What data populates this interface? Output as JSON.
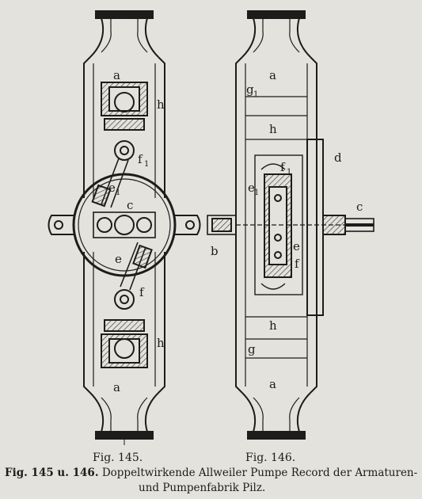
{
  "figures": {
    "fig145": {
      "label": "Fig. 145.",
      "parts": {
        "a_top": "a",
        "h_top": "h",
        "f1": "f",
        "f1_sub": "1",
        "e1": "e",
        "e1_sub": "1",
        "c": "c",
        "e": "e",
        "f": "f",
        "h_bottom": "h",
        "a_bottom": "a"
      }
    },
    "fig146": {
      "label": "Fig. 146.",
      "parts": {
        "a_top": "a",
        "g1": "g",
        "g1_sub": "1",
        "h_top": "h",
        "d": "d",
        "f1": "f",
        "f1_sub": "1",
        "e1": "e",
        "e1_sub": "1",
        "c": "c",
        "b": "b",
        "e": "e",
        "f": "f",
        "h_bottom": "h",
        "g": "g",
        "a_bottom": "a"
      }
    }
  },
  "caption": {
    "line1_prefix": "Fig. 145 u. 146.",
    "line1_text": "Doppeltwirkende Allweiler Pumpe Record der Armaturen-",
    "line2_text": "und Pumpenfabrik Pilz."
  },
  "colors": {
    "paper": "#e4e2dd",
    "ink": "#1e1c1a",
    "hatch": "#3a3835"
  }
}
